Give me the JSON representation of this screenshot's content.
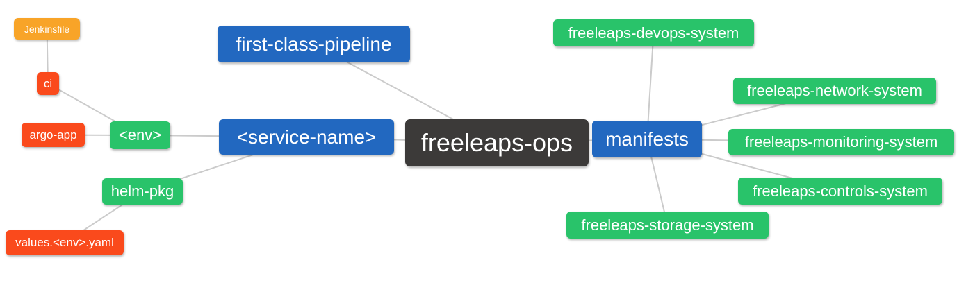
{
  "palette": {
    "root_node": "#3c3a39",
    "level1_node": "#2268c0",
    "level2_node": "#29c36a",
    "level3_node": "#fa4a1c",
    "level4_node": "#f8a428",
    "edge_line": "#cbcbcb",
    "node_text": "#ffffff",
    "canvas_background": "#ffffff"
  },
  "mindmap": {
    "nodes": [
      {
        "id": "jenkinsfile",
        "label": "Jenkinsfile",
        "level": 4
      },
      {
        "id": "ci",
        "label": "ci",
        "level": 3
      },
      {
        "id": "argo-app",
        "label": "argo-app",
        "level": 3
      },
      {
        "id": "env",
        "label": "<env>",
        "level": 2
      },
      {
        "id": "helm-pkg",
        "label": "helm-pkg",
        "level": 2
      },
      {
        "id": "values-env-yaml",
        "label": "values.<env>.yaml",
        "level": 3
      },
      {
        "id": "first-class-pipeline",
        "label": "first-class-pipeline",
        "level": 1
      },
      {
        "id": "service-name",
        "label": "<service-name>",
        "level": 1
      },
      {
        "id": "freeleaps-ops",
        "label": "freeleaps-ops",
        "level": 0
      },
      {
        "id": "manifests",
        "label": "manifests",
        "level": 1
      },
      {
        "id": "freeleaps-devops-system",
        "label": "freeleaps-devops-system",
        "level": 2
      },
      {
        "id": "freeleaps-network-system",
        "label": "freeleaps-network-system",
        "level": 2
      },
      {
        "id": "freeleaps-monitoring-system",
        "label": "freeleaps-monitoring-system",
        "level": 2
      },
      {
        "id": "freeleaps-controls-system",
        "label": "freeleaps-controls-system",
        "level": 2
      },
      {
        "id": "freeleaps-storage-system",
        "label": "freeleaps-storage-system",
        "level": 2
      }
    ],
    "edges": [
      {
        "from": "jenkinsfile",
        "to": "ci"
      },
      {
        "from": "ci",
        "to": "env"
      },
      {
        "from": "argo-app",
        "to": "env"
      },
      {
        "from": "env",
        "to": "service-name"
      },
      {
        "from": "helm-pkg",
        "to": "service-name"
      },
      {
        "from": "values-env-yaml",
        "to": "helm-pkg"
      },
      {
        "from": "first-class-pipeline",
        "to": "freeleaps-ops"
      },
      {
        "from": "service-name",
        "to": "freeleaps-ops"
      },
      {
        "from": "freeleaps-ops",
        "to": "manifests"
      },
      {
        "from": "manifests",
        "to": "freeleaps-devops-system"
      },
      {
        "from": "manifests",
        "to": "freeleaps-network-system"
      },
      {
        "from": "manifests",
        "to": "freeleaps-monitoring-system"
      },
      {
        "from": "manifests",
        "to": "freeleaps-controls-system"
      },
      {
        "from": "manifests",
        "to": "freeleaps-storage-system"
      }
    ]
  }
}
